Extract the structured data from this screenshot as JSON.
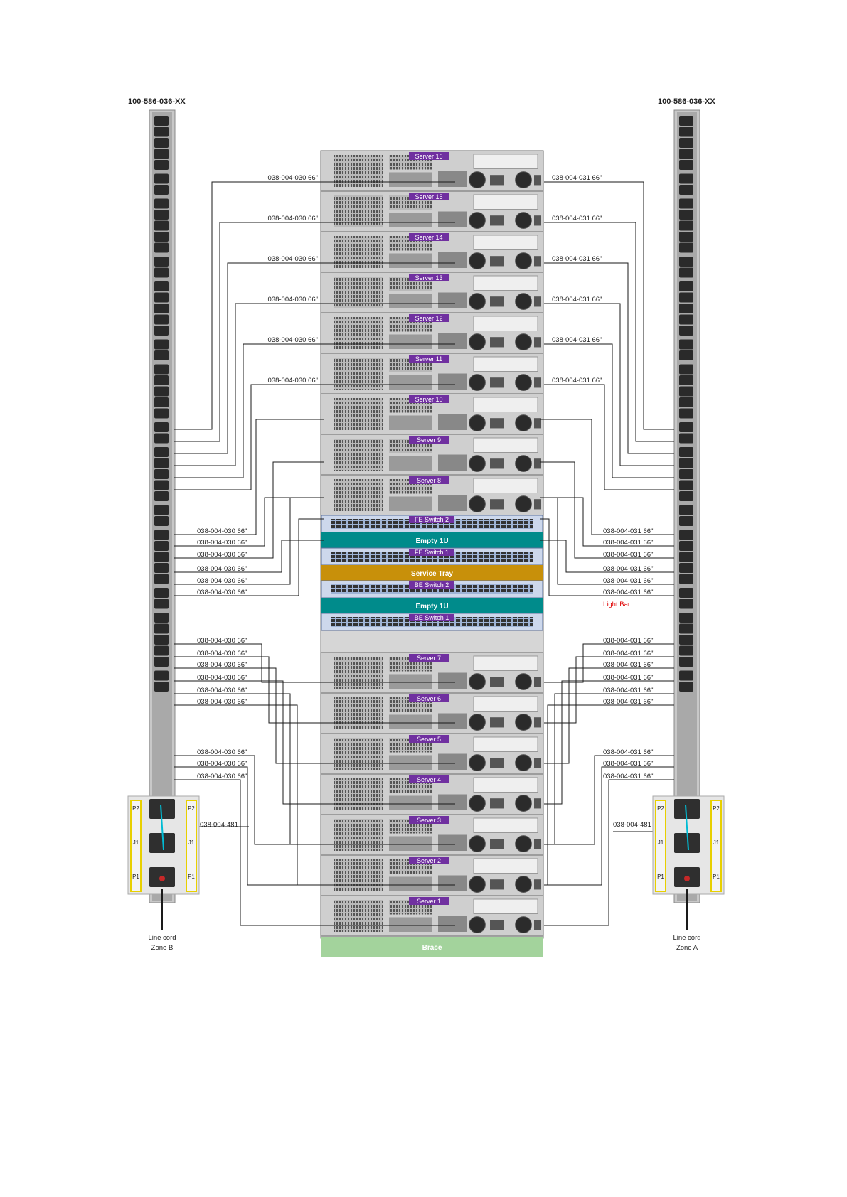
{
  "pdu_left": {
    "part": "100-586-036-XX",
    "line_cord": [
      "Line cord",
      "Zone B"
    ]
  },
  "pdu_right": {
    "part": "100-586-036-XX",
    "line_cord": [
      "Line cord",
      "Zone A"
    ]
  },
  "rack_top": [
    {
      "kind": "server",
      "label": "Server 16"
    },
    {
      "kind": "server",
      "label": "Server 15"
    },
    {
      "kind": "server",
      "label": "Server 14"
    },
    {
      "kind": "server",
      "label": "Server 13"
    },
    {
      "kind": "server",
      "label": "Server 12"
    },
    {
      "kind": "server",
      "label": "Server 11"
    },
    {
      "kind": "server",
      "label": "Server 10"
    },
    {
      "kind": "server",
      "label": "Server 9"
    },
    {
      "kind": "server",
      "label": "Server 8"
    }
  ],
  "rack_mid": [
    {
      "kind": "switch",
      "label": "FE Switch 2"
    },
    {
      "kind": "band",
      "label": "Empty 1U",
      "color": "#008b8b"
    },
    {
      "kind": "switch",
      "label": "FE Switch 1"
    },
    {
      "kind": "band",
      "label": "Service Tray",
      "color": "#c8900a"
    },
    {
      "kind": "switch",
      "label": "BE Switch 2"
    },
    {
      "kind": "band",
      "label": "Empty 1U",
      "color": "#008b8b"
    },
    {
      "kind": "switch",
      "label": "BE Switch 1"
    }
  ],
  "rack_bottom": [
    {
      "kind": "server",
      "label": "Server 7"
    },
    {
      "kind": "server",
      "label": "Server 6"
    },
    {
      "kind": "server",
      "label": "Server 5"
    },
    {
      "kind": "server",
      "label": "Server 4"
    },
    {
      "kind": "server",
      "label": "Server 3"
    },
    {
      "kind": "server",
      "label": "Server 2"
    },
    {
      "kind": "server",
      "label": "Server 1"
    }
  ],
  "brace": {
    "label": "Brace",
    "color": "#a3d39c"
  },
  "cables_left_top": [
    "038-004-030 66\"",
    "038-004-030 66\"",
    "038-004-030 66\"",
    "038-004-030 66\"",
    "038-004-030 66\"",
    "038-004-030 66\""
  ],
  "cables_right_top": [
    "038-004-031 66\"",
    "038-004-031 66\"",
    "038-004-031 66\"",
    "038-004-031 66\"",
    "038-004-031 66\"",
    "038-004-031 66\""
  ],
  "cables_left_mid": [
    "038-004-030 66\"",
    "038-004-030 66\"",
    "038-004-030 66\"",
    "038-004-030 66\"",
    "038-004-030 66\"",
    "038-004-030 66\""
  ],
  "cables_right_mid": [
    "038-004-031 66\"",
    "038-004-031 66\"",
    "038-004-031 66\"",
    "038-004-031 66\"",
    "038-004-031 66\"",
    "038-004-031 66\""
  ],
  "light_bar": "Light Bar",
  "cables_left_low1": [
    "038-004-030 66\"",
    "038-004-030 66\"",
    "038-004-030 66\"",
    "038-004-030 66\"",
    "038-004-030 66\"",
    "038-004-030 66\""
  ],
  "cables_right_low1": [
    "038-004-031 66\"",
    "038-004-031 66\"",
    "038-004-031 66\"",
    "038-004-031 66\"",
    "038-004-031 66\"",
    "038-004-031 66\""
  ],
  "cables_left_low2": [
    "038-004-030 66\"",
    "038-004-030 66\"",
    "038-004-030 66\""
  ],
  "cables_right_low2": [
    "038-004-031 66\"",
    "038-004-031 66\"",
    "038-004-031 66\""
  ],
  "jumper_left": "038-004-481",
  "jumper_right": "038-004-481",
  "pdu_module_labels": [
    "P2",
    "J1",
    "P1"
  ],
  "colors": {
    "server_tag": "#7030a0",
    "pdu_body": "#c8c8c8",
    "outlet": "#2a2a2a",
    "jumper": "#00bcd4",
    "light_bar": "#e00000",
    "module_frame": "#e8d000"
  }
}
